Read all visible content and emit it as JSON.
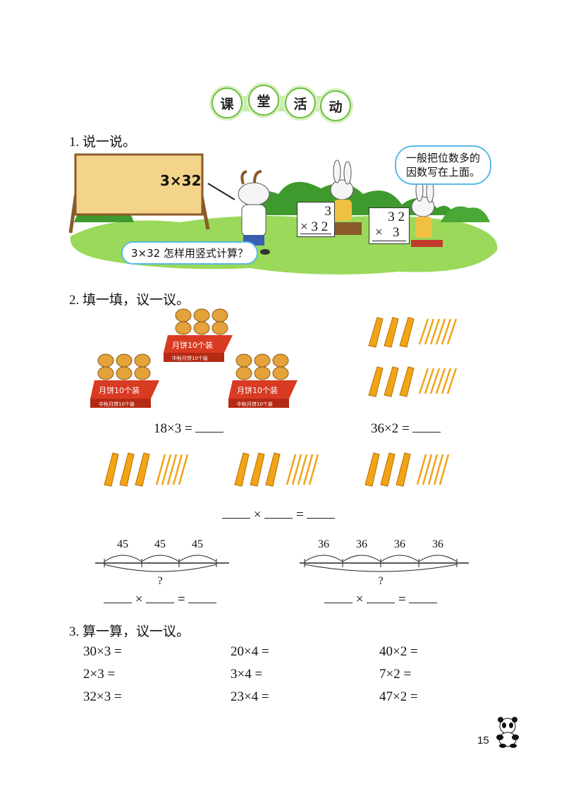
{
  "banner": [
    "课",
    "堂",
    "活",
    "动"
  ],
  "q1": {
    "title": "1. 说一说。",
    "easel": "3×32",
    "bubble_left": "3×32 怎样用竖式计算？",
    "bubble_right_l1": "一般把位数多的",
    "bubble_right_l2": "因数写在上面。",
    "board1_top": "3",
    "board1_bottom": "× 3 2",
    "board2_top": "3 2",
    "board2_bottom": "×   3"
  },
  "q2": {
    "title": "2. 填一填，议一议。",
    "box_label": "月饼10个装",
    "box_sub": "中秋月饼10个装",
    "eq_left": "18×3 =",
    "eq_right": "36×2 =",
    "eq_mid_x": "×",
    "eq_mid_eq": "=",
    "line1_labels": [
      "45",
      "45",
      "45"
    ],
    "line2_labels": [
      "36",
      "36",
      "36",
      "36"
    ],
    "q": "?",
    "eq_x": "×",
    "eq_eq": "="
  },
  "q3": {
    "title": "3. 算一算，议一议。",
    "rows": [
      [
        "30×3 =",
        "20×4 =",
        "40×2 ="
      ],
      [
        "2×3 =",
        "3×4 =",
        "7×2 ="
      ],
      [
        "32×3 =",
        "23×4 =",
        "47×2 ="
      ]
    ]
  },
  "page_number": "15",
  "colors": {
    "grass": "#8fd14f",
    "bush": "#3f9a2e",
    "easel": "#f4d38a",
    "box": "#d93a22",
    "stick": "#f2a417"
  }
}
